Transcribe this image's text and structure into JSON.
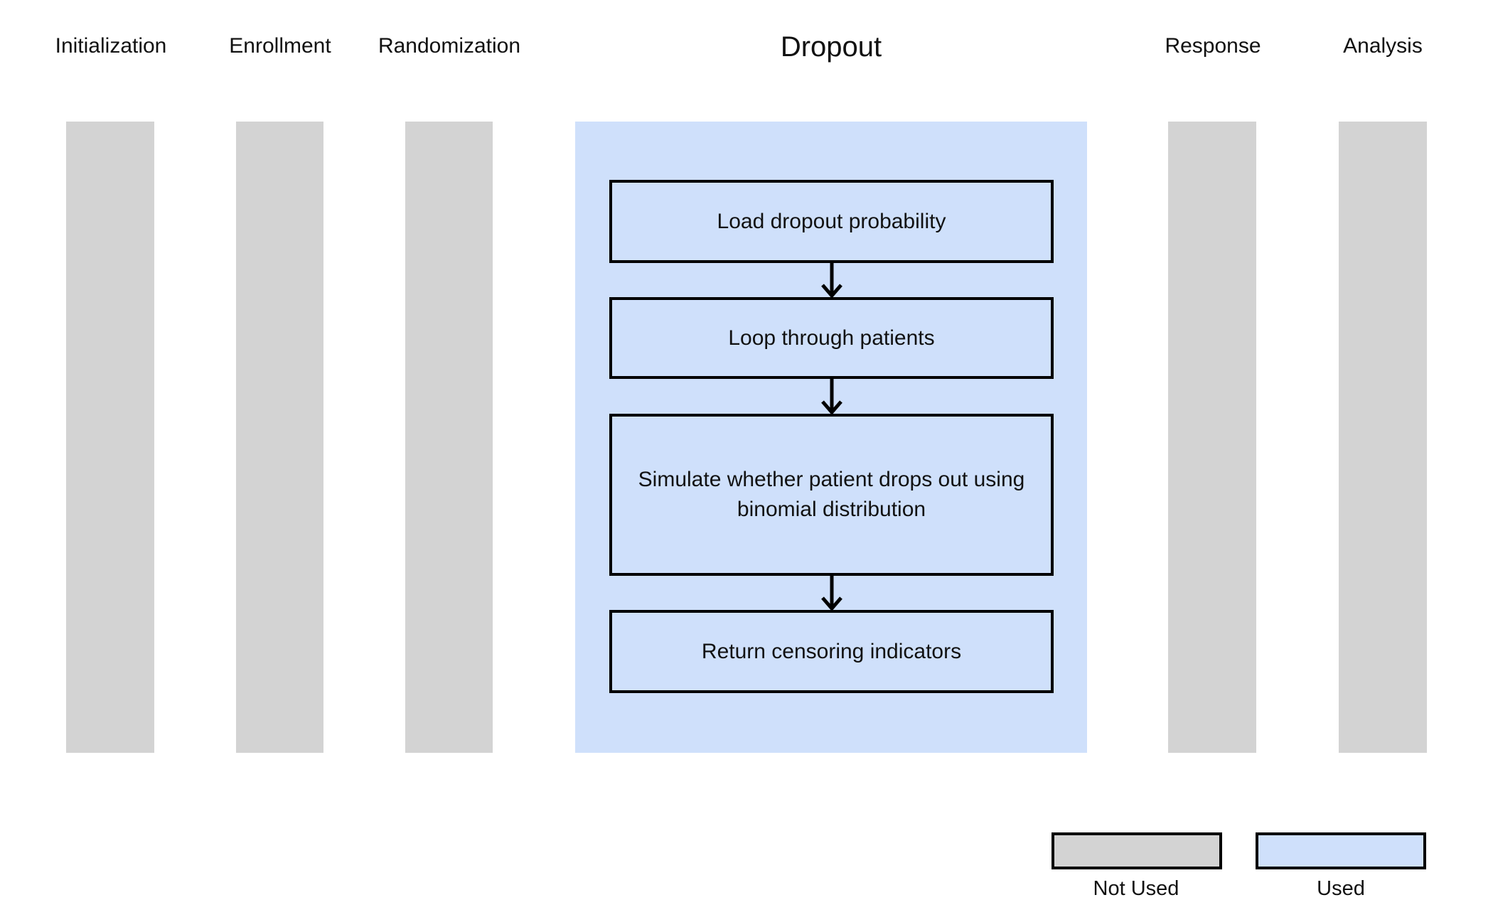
{
  "diagram_title": "Dropout",
  "stages": [
    {
      "label": "Initialization",
      "used": false
    },
    {
      "label": "Enrollment",
      "used": false
    },
    {
      "label": "Randomization",
      "used": false
    },
    {
      "label": "Dropout",
      "used": true
    },
    {
      "label": "Response",
      "used": false
    },
    {
      "label": "Analysis",
      "used": false
    }
  ],
  "flow_steps": [
    {
      "label": "Load dropout probability"
    },
    {
      "label": "Loop through patients"
    },
    {
      "label": "Simulate whether patient drops out using binomial distribution"
    },
    {
      "label": "Return censoring indicators"
    }
  ],
  "legend": {
    "not_used_label": "Not Used",
    "used_label": "Used"
  },
  "colors": {
    "used_fill": "#cfe0fb",
    "not_used_fill": "#d3d3d3",
    "border": "#000000"
  }
}
